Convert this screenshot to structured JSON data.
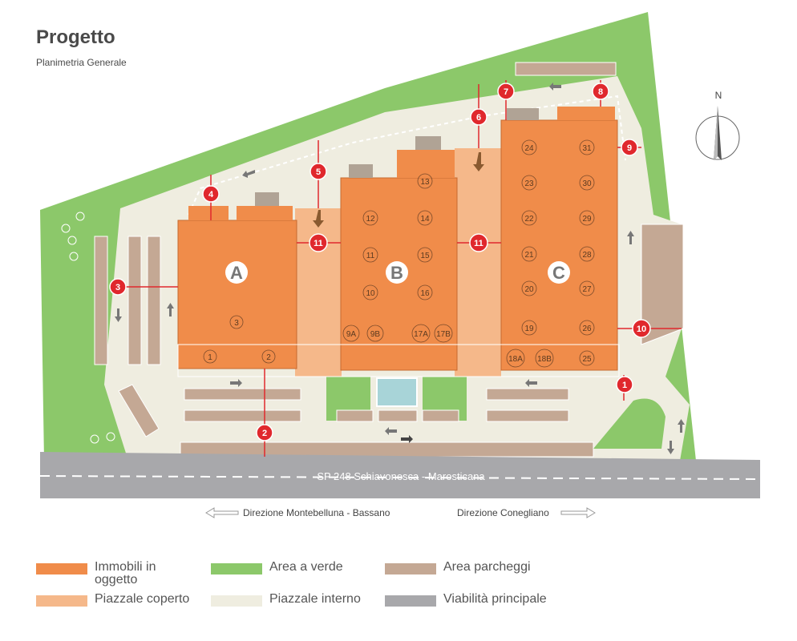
{
  "header": {
    "title": "Progetto",
    "subtitle": "Planimetria Generale"
  },
  "colors": {
    "buildings": "#f08c4a",
    "covered": "#f5b88a",
    "green": "#8cc86a",
    "parking": "#c4a894",
    "inner": "#efede0",
    "road": "#a8a8ab",
    "marker": "#e0282d"
  },
  "road": {
    "name": "SP 248 Schiavonesca - Marosticana",
    "dir_left": "Direzione Montebelluna - Bassano",
    "dir_right": "Direzione Conegliano"
  },
  "buildings": [
    {
      "letter": "A",
      "units": [
        "1",
        "2",
        "3"
      ]
    },
    {
      "letter": "B",
      "units": [
        "9A",
        "9B",
        "10",
        "11",
        "12",
        "13",
        "14",
        "15",
        "16",
        "17A",
        "17B"
      ]
    },
    {
      "letter": "C",
      "units": [
        "18A",
        "18B",
        "19",
        "20",
        "21",
        "22",
        "23",
        "24",
        "25",
        "26",
        "27",
        "28",
        "29",
        "30",
        "31"
      ]
    }
  ],
  "markers": [
    "1",
    "2",
    "3",
    "4",
    "5",
    "6",
    "7",
    "8",
    "9",
    "10",
    "11",
    "11"
  ],
  "compass": {
    "label": "N"
  },
  "legend": [
    {
      "label": "Immobili in oggetto",
      "color": "#f08c4a"
    },
    {
      "label": "Area a verde",
      "color": "#8cc86a"
    },
    {
      "label": "Area parcheggi",
      "color": "#c4a894"
    },
    {
      "label": "Piazzale coperto",
      "color": "#f5b88a"
    },
    {
      "label": "Piazzale interno",
      "color": "#efede0"
    },
    {
      "label": "Viabilità principale",
      "color": "#a8a8ab"
    }
  ]
}
